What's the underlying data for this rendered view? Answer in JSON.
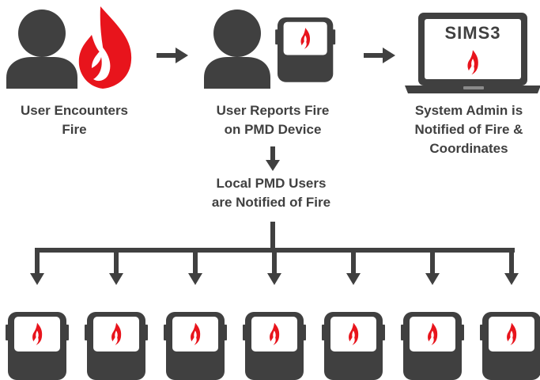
{
  "colors": {
    "dark": "#404040",
    "flame": "#e8141c",
    "white": "#ffffff"
  },
  "steps": {
    "encounter": {
      "line1": "User Encounters",
      "line2": "Fire",
      "icon": "user-icon"
    },
    "report": {
      "line1": "User Reports Fire",
      "line2": "on PMD Device",
      "icon": "pmd-device-icon"
    },
    "admin": {
      "line1": "System Admin is",
      "line2": "Notified of Fire &",
      "line3": "Coordinates",
      "icon": "laptop-icon"
    },
    "local": {
      "line1": "Local PMD Users",
      "line2": "are Notified of Fire"
    }
  },
  "laptop_screen_text": "SIMS3",
  "recipient_devices_count": 7
}
